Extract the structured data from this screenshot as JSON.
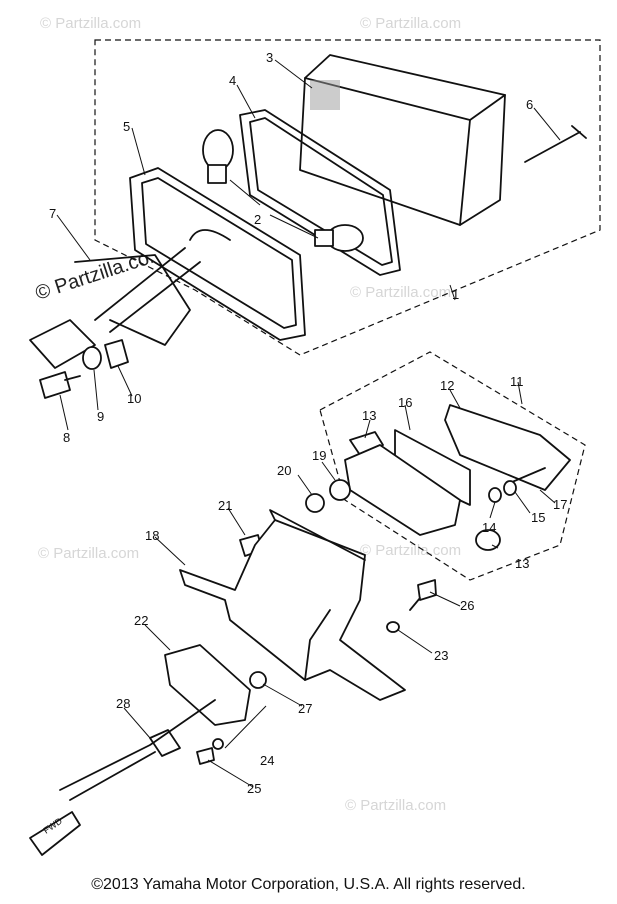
{
  "copyright": "©2013 Yamaha Motor Corporation, U.S.A. All rights reserved.",
  "watermark": "© Partzilla.com",
  "fwd_label": "FWD",
  "callouts": [
    {
      "id": "c1",
      "text": "1"
    },
    {
      "id": "c2",
      "text": "2"
    },
    {
      "id": "c3",
      "text": "3"
    },
    {
      "id": "c4",
      "text": "4"
    },
    {
      "id": "c5",
      "text": "5"
    },
    {
      "id": "c6",
      "text": "6"
    },
    {
      "id": "c7",
      "text": "7"
    },
    {
      "id": "c8",
      "text": "8"
    },
    {
      "id": "c9",
      "text": "9"
    },
    {
      "id": "c10",
      "text": "10"
    },
    {
      "id": "c11",
      "text": "11"
    },
    {
      "id": "c12",
      "text": "12"
    },
    {
      "id": "c13a",
      "text": "13"
    },
    {
      "id": "c13b",
      "text": "13"
    },
    {
      "id": "c14",
      "text": "14"
    },
    {
      "id": "c15",
      "text": "15"
    },
    {
      "id": "c16",
      "text": "16"
    },
    {
      "id": "c17",
      "text": "17"
    },
    {
      "id": "c18",
      "text": "18"
    },
    {
      "id": "c19",
      "text": "19"
    },
    {
      "id": "c20",
      "text": "20"
    },
    {
      "id": "c21",
      "text": "21"
    },
    {
      "id": "c22",
      "text": "22"
    },
    {
      "id": "c23",
      "text": "23"
    },
    {
      "id": "c24",
      "text": "24"
    },
    {
      "id": "c25",
      "text": "25"
    },
    {
      "id": "c26",
      "text": "26"
    },
    {
      "id": "c27",
      "text": "27"
    },
    {
      "id": "c28",
      "text": "28"
    }
  ]
}
